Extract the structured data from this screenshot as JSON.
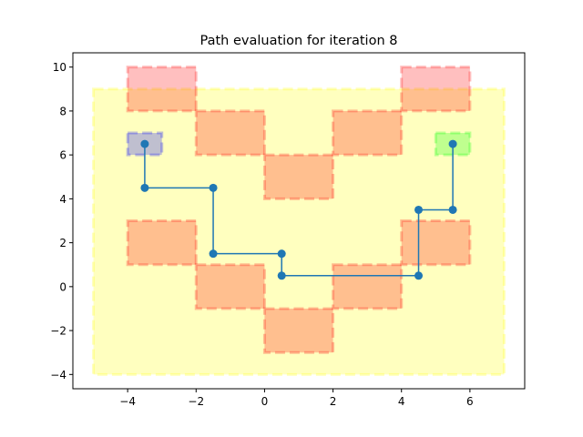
{
  "chart_data": {
    "type": "scatter",
    "title": "Path evaluation for iteration 8",
    "xlabel": "",
    "ylabel": "",
    "xlim": [
      -5.6,
      7.6
    ],
    "ylim": [
      -4.65,
      10.65
    ],
    "xticks": [
      -4,
      -2,
      0,
      2,
      4,
      6
    ],
    "yticks": [
      -4,
      -2,
      0,
      2,
      4,
      6,
      8,
      10
    ],
    "grid": false,
    "regions": [
      {
        "kind": "workspace",
        "x0": -5,
        "y0": -4,
        "x1": 7,
        "y1": 9,
        "color": "#ffff00"
      },
      {
        "kind": "goal-zone",
        "x0": -4,
        "y0": 8,
        "x1": -2,
        "y1": 10,
        "color": "#ff0000"
      },
      {
        "kind": "goal-zone",
        "x0": 4,
        "y0": 8,
        "x1": 6,
        "y1": 10,
        "color": "#ff0000"
      },
      {
        "kind": "obstacle",
        "x0": -4,
        "y0": 1,
        "x1": -2,
        "y1": 3,
        "color": "#ff0000"
      },
      {
        "kind": "obstacle",
        "x0": -2,
        "y0": -1,
        "x1": 0,
        "y1": 1,
        "color": "#ff0000"
      },
      {
        "kind": "obstacle",
        "x0": 0,
        "y0": -3,
        "x1": 2,
        "y1": -1,
        "color": "#ff0000"
      },
      {
        "kind": "obstacle",
        "x0": 2,
        "y0": -1,
        "x1": 4,
        "y1": 1,
        "color": "#ff0000"
      },
      {
        "kind": "obstacle",
        "x0": 4,
        "y0": 1,
        "x1": 6,
        "y1": 3,
        "color": "#ff0000"
      },
      {
        "kind": "obstacle",
        "x0": -2,
        "y0": 6,
        "x1": 0,
        "y1": 8,
        "color": "#ff0000"
      },
      {
        "kind": "obstacle",
        "x0": 0,
        "y0": 4,
        "x1": 2,
        "y1": 6,
        "color": "#ff0000"
      },
      {
        "kind": "obstacle",
        "x0": 2,
        "y0": 6,
        "x1": 4,
        "y1": 8,
        "color": "#ff0000"
      },
      {
        "kind": "start",
        "x0": -4,
        "y0": 6,
        "x1": -3,
        "y1": 7,
        "color": "#0000ff"
      },
      {
        "kind": "goal",
        "x0": 5,
        "y0": 6,
        "x1": 6,
        "y1": 7,
        "color": "#00ff00"
      }
    ],
    "series": [
      {
        "x": [
          -3.5,
          -3.5,
          -1.5,
          -1.5,
          0.5,
          0.5,
          4.5,
          4.5,
          5.5,
          5.5
        ],
        "y": [
          6.5,
          4.5,
          4.5,
          1.5,
          1.5,
          0.5,
          0.5,
          3.5,
          3.5,
          6.5
        ],
        "color": "#1f77b4"
      }
    ]
  }
}
